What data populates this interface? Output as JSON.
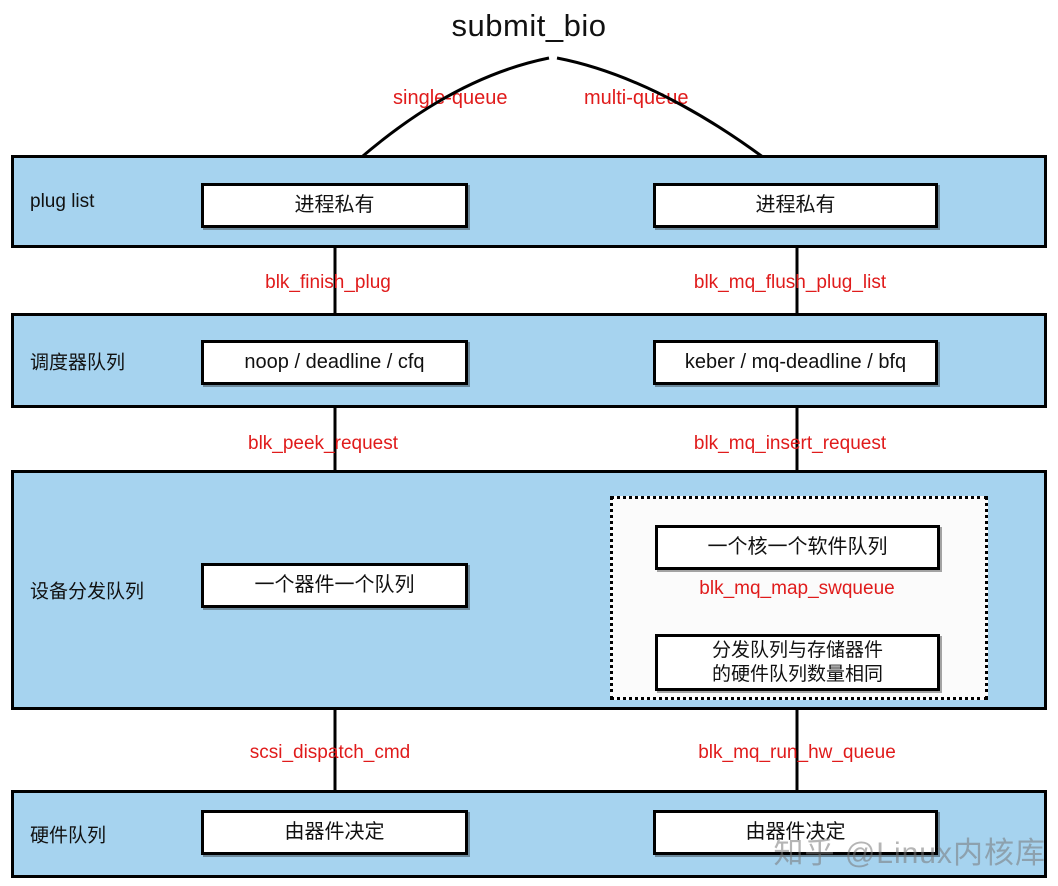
{
  "title": "submit_bio",
  "colors": {
    "band_blue": "#a6d3ef",
    "label_red": "#e01b1b",
    "box_white": "#ffffff",
    "stroke_black": "#000000"
  },
  "branches": {
    "left": "single-queue",
    "right": "multi-queue"
  },
  "rows": [
    {
      "id": "plug-list",
      "label": "plug list"
    },
    {
      "id": "scheduler-queue",
      "label": "调度器队列"
    },
    {
      "id": "dispatch-queue",
      "label": "设备分发队列"
    },
    {
      "id": "hardware-queue",
      "label": "硬件队列"
    }
  ],
  "left_column": {
    "plug_box": "进程私有",
    "scheduler_box": "noop / deadline / cfq",
    "dispatch_box": "一个器件一个队列",
    "hardware_box": "由器件决定",
    "edge_to_scheduler": "blk_finish_plug",
    "edge_to_dispatch": "blk_peek_request",
    "edge_to_hardware": "scsi_dispatch_cmd"
  },
  "right_column": {
    "plug_box": "进程私有",
    "scheduler_box": "keber / mq-deadline / bfq",
    "dispatch_sw_box": "一个核一个软件队列",
    "dispatch_hw_box_line1": "分发队列与存储器件",
    "dispatch_hw_box_line2": "的硬件队列数量相同",
    "hardware_box": "由器件决定",
    "edge_to_scheduler": "blk_mq_flush_plug_list",
    "edge_to_dispatch": "blk_mq_insert_request",
    "edge_inside_group": "blk_mq_map_swqueue",
    "edge_to_hardware": "blk_mq_run_hw_queue"
  },
  "watermark": "知乎 @Linux内核库"
}
